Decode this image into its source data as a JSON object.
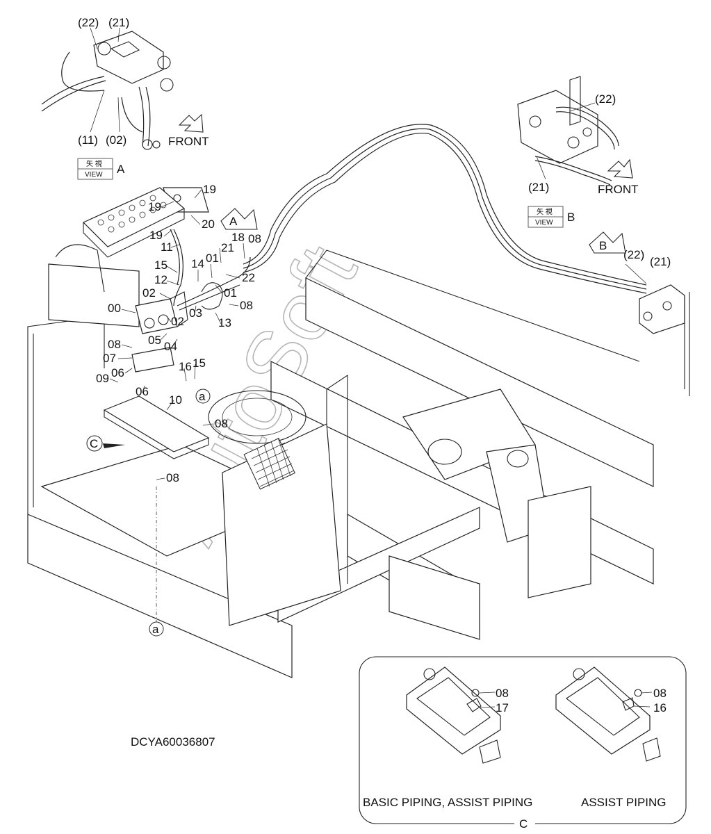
{
  "drawing_code": "DCYA60036807",
  "watermark": "AutoSoft",
  "view_a": {
    "kanji": "矢 視",
    "word": "VIEW",
    "letter": "A",
    "front": "FRONT",
    "callouts": [
      "(22)",
      "(21)",
      "(11)",
      "(02)"
    ]
  },
  "view_b": {
    "kanji": "矢 視",
    "word": "VIEW",
    "letter": "B",
    "front": "FRONT",
    "callouts": [
      "(22)",
      "(21)"
    ]
  },
  "view_b_remote_callouts": [
    "(22)",
    "(21)"
  ],
  "arrow_a": "A",
  "arrow_b": "B",
  "marker_c": "C",
  "marker_a": "a",
  "part_numbers": [
    "19",
    "19",
    "20",
    "19",
    "11",
    "18",
    "08",
    "21",
    "14",
    "01",
    "15",
    "12",
    "22",
    "01",
    "02",
    "00",
    "08",
    "03",
    "02",
    "13",
    "05",
    "04",
    "08",
    "07",
    "16",
    "15",
    "06",
    "09",
    "06",
    "10",
    "08",
    "08"
  ],
  "detail_c": {
    "left_caption": "BASIC PIPING, ASSIST PIPING",
    "right_caption": "ASSIST PIPING",
    "bottom_letter": "C",
    "left_parts": [
      "08",
      "17"
    ],
    "right_parts": [
      "08",
      "16"
    ]
  }
}
